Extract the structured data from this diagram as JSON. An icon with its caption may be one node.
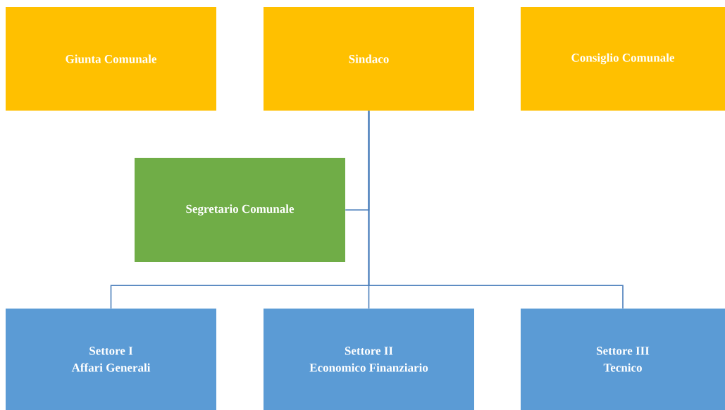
{
  "diagram": {
    "nodes": [
      {
        "text": [
          "Giunta Comunale"
        ]
      },
      {
        "text": [
          "Sindaco"
        ]
      },
      {
        "text": [
          "Consiglio Comunale"
        ]
      },
      {
        "text": [
          "Segretario Comunale"
        ]
      },
      {
        "text": [
          "Settore I",
          "Affari Generali"
        ]
      },
      {
        "text": [
          "Settore II",
          "Economico Finanziario"
        ]
      },
      {
        "text": [
          "Settore III",
          "Tecnico"
        ]
      }
    ],
    "edges": [
      {
        "from": 1,
        "to": 3,
        "arrow": "none"
      },
      {
        "from": 1,
        "to": 4,
        "arrow": "none"
      },
      {
        "from": 1,
        "to": 5,
        "arrow": "none"
      },
      {
        "from": 1,
        "to": 6,
        "arrow": "none"
      }
    ]
  }
}
